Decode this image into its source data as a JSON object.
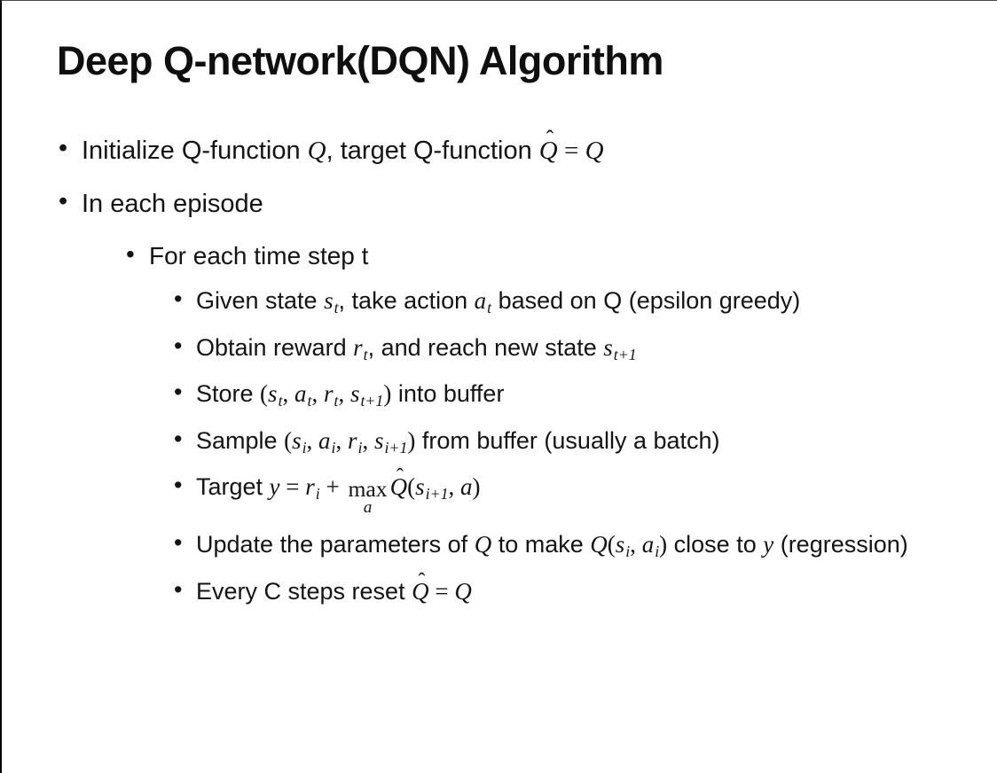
{
  "slide": {
    "title": "Deep Q-network(DQN) Algorithm"
  },
  "bullet_char": "•",
  "colors": {
    "background": "#ffffff",
    "text": "#141414",
    "border": "#000000"
  },
  "bullets": [
    {
      "level": 1,
      "runs": [
        {
          "type": "text",
          "text": "Initialize Q-function "
        },
        {
          "type": "math",
          "text": "Q"
        },
        {
          "type": "text",
          "text": ", target Q-function "
        },
        {
          "type": "hat",
          "base": "Q",
          "hat": "ˆ"
        },
        {
          "type": "punct",
          "text": " = "
        },
        {
          "type": "math",
          "text": "Q"
        }
      ]
    },
    {
      "level": 1,
      "runs": [
        {
          "type": "text",
          "text": "In each episode"
        }
      ]
    },
    {
      "level": 2,
      "runs": [
        {
          "type": "text",
          "text": "For each time step t"
        }
      ]
    },
    {
      "level": 3,
      "runs": [
        {
          "type": "text",
          "text": "Given state "
        },
        {
          "type": "sub",
          "base": "s",
          "sub": "t"
        },
        {
          "type": "text",
          "text": ", take action "
        },
        {
          "type": "sub",
          "base": "a",
          "sub": "t"
        },
        {
          "type": "text",
          "text": " based on Q (epsilon greedy)"
        }
      ]
    },
    {
      "level": 3,
      "runs": [
        {
          "type": "text",
          "text": "Obtain reward "
        },
        {
          "type": "sub",
          "base": "r",
          "sub": "t"
        },
        {
          "type": "text",
          "text": ", and reach new state "
        },
        {
          "type": "sub",
          "base": "s",
          "sub": "t+1"
        }
      ]
    },
    {
      "level": 3,
      "runs": [
        {
          "type": "text",
          "text": "Store "
        },
        {
          "type": "punct",
          "text": "("
        },
        {
          "type": "sub",
          "base": "s",
          "sub": "t"
        },
        {
          "type": "punct",
          "text": ", "
        },
        {
          "type": "sub",
          "base": "a",
          "sub": "t"
        },
        {
          "type": "punct",
          "text": ", "
        },
        {
          "type": "sub",
          "base": "r",
          "sub": "t"
        },
        {
          "type": "punct",
          "text": ", "
        },
        {
          "type": "sub",
          "base": "s",
          "sub": "t+1"
        },
        {
          "type": "punct",
          "text": ")"
        },
        {
          "type": "text",
          "text": " into buffer"
        }
      ]
    },
    {
      "level": 3,
      "runs": [
        {
          "type": "text",
          "text": "Sample "
        },
        {
          "type": "punct",
          "text": "("
        },
        {
          "type": "sub",
          "base": "s",
          "sub": "i"
        },
        {
          "type": "punct",
          "text": ", "
        },
        {
          "type": "sub",
          "base": "a",
          "sub": "i"
        },
        {
          "type": "punct",
          "text": ", "
        },
        {
          "type": "sub",
          "base": "r",
          "sub": "i"
        },
        {
          "type": "punct",
          "text": ", "
        },
        {
          "type": "sub",
          "base": "s",
          "sub": "i+1"
        },
        {
          "type": "punct",
          "text": ")"
        },
        {
          "type": "text",
          "text": " from buffer (usually a batch)"
        }
      ]
    },
    {
      "level": 3,
      "runs": [
        {
          "type": "text",
          "text": "Target "
        },
        {
          "type": "math",
          "text": "y"
        },
        {
          "type": "punct",
          "text": " = "
        },
        {
          "type": "sub",
          "base": "r",
          "sub": "i"
        },
        {
          "type": "punct",
          "text": " + "
        },
        {
          "type": "maxunder",
          "word": "max",
          "under": "a"
        },
        {
          "type": "hat",
          "base": "Q",
          "hat": "ˆ"
        },
        {
          "type": "punct",
          "text": "("
        },
        {
          "type": "sub",
          "base": "s",
          "sub": "i+1"
        },
        {
          "type": "punct",
          "text": ", "
        },
        {
          "type": "math",
          "text": "a"
        },
        {
          "type": "punct",
          "text": ")"
        }
      ]
    },
    {
      "level": 3,
      "runs": [
        {
          "type": "text",
          "text": "Update the parameters of "
        },
        {
          "type": "math",
          "text": "Q"
        },
        {
          "type": "text",
          "text": " to make "
        },
        {
          "type": "math",
          "text": "Q"
        },
        {
          "type": "punct",
          "text": "("
        },
        {
          "type": "sub",
          "base": "s",
          "sub": "i"
        },
        {
          "type": "punct",
          "text": ", "
        },
        {
          "type": "sub",
          "base": "a",
          "sub": "i"
        },
        {
          "type": "punct",
          "text": ")"
        },
        {
          "type": "text",
          "text": " close to "
        },
        {
          "type": "math",
          "text": "y"
        },
        {
          "type": "text",
          "text": " (regression)"
        }
      ]
    },
    {
      "level": 3,
      "runs": [
        {
          "type": "text",
          "text": "Every C steps reset "
        },
        {
          "type": "hat",
          "base": "Q",
          "hat": "ˆ"
        },
        {
          "type": "punct",
          "text": " = "
        },
        {
          "type": "math",
          "text": "Q"
        }
      ]
    }
  ]
}
